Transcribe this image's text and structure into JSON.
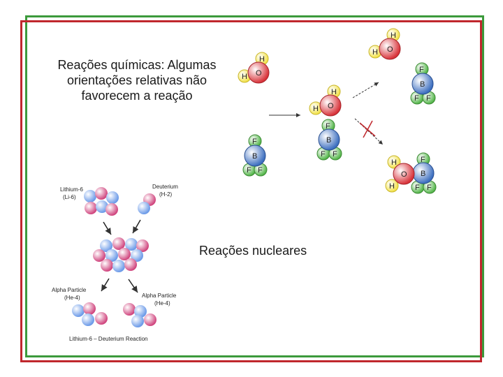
{
  "chemical": {
    "title": "Reações químicas: Algumas orientações relativas não favorecem a reação",
    "atoms": {
      "hydrogen": "H",
      "oxygen": "O",
      "boron": "B",
      "fluorine": "F"
    },
    "colors": {
      "hydrogen": "#f2e24a",
      "oxygen": "#d8333a",
      "boron": "#3d6fc0",
      "fluorine": "#52b548",
      "arrow": "#333333",
      "blocked_marker": "#c0272d"
    }
  },
  "nuclear": {
    "title": "Reações nucleares",
    "labels": {
      "lithium": "Lithium-6",
      "lithium_sym": "(Li-6)",
      "deuterium": "Deuterium",
      "deuterium_sym": "(H-2)",
      "alpha_left": "Alpha Particle",
      "alpha_left_sym": "(He-4)",
      "alpha_right": "Alpha Particle",
      "alpha_right_sym": "(He-4)",
      "caption": "Lithium-6 – Deuterium Reaction"
    },
    "colors": {
      "proton": "#d0457e",
      "neutron": "#6b9ae8"
    }
  }
}
